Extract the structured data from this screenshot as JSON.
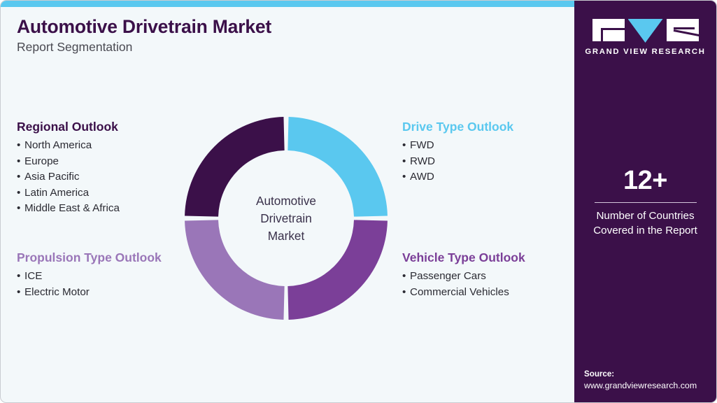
{
  "header": {
    "title": "Automotive Drivetrain Market",
    "subtitle": "Report Segmentation"
  },
  "colors": {
    "accent_bar": "#5ac8ef",
    "panel_bg": "#3b1049",
    "canvas_bg": "#f3f8fa",
    "regional": "#3b1049",
    "drive_type": "#5ac8ef",
    "vehicle_type": "#7b3f98",
    "propulsion": "#9a76b8",
    "body_text": "#2b2b33"
  },
  "segments": {
    "regional": {
      "title": "Regional Outlook",
      "color": "#3b1049",
      "items": [
        "North America",
        "Europe",
        "Asia Pacific",
        "Latin America",
        "Middle East & Africa"
      ]
    },
    "propulsion": {
      "title": "Propulsion Type Outlook",
      "color": "#9a76b8",
      "items": [
        "ICE",
        "Electric Motor"
      ]
    },
    "drive": {
      "title": "Drive Type Outlook",
      "color": "#5ac8ef",
      "items": [
        "FWD",
        "RWD",
        "AWD"
      ]
    },
    "vehicle": {
      "title": "Vehicle Type Outlook",
      "color": "#7b3f98",
      "items": [
        "Passenger Cars",
        "Commercial Vehicles"
      ]
    }
  },
  "donut": {
    "center_lines": [
      "Automotive",
      "Drivetrain",
      "Market"
    ],
    "slices": [
      {
        "label": "Drive Type Outlook",
        "color": "#5ac8ef",
        "start_deg": 0,
        "end_deg": 90
      },
      {
        "label": "Vehicle Type Outlook",
        "color": "#7b3f98",
        "start_deg": 90,
        "end_deg": 180
      },
      {
        "label": "Propulsion Type Outlook",
        "color": "#9a76b8",
        "start_deg": 180,
        "end_deg": 270
      },
      {
        "label": "Regional Outlook",
        "color": "#3b1049",
        "start_deg": 270,
        "end_deg": 360
      }
    ]
  },
  "side_panel": {
    "logo": {
      "wordmark": "GRAND VIEW RESEARCH"
    },
    "stat": {
      "number": "12+",
      "caption_line1": "Number of Countries",
      "caption_line2": "Covered in the Report"
    },
    "source": {
      "label": "Source:",
      "url": "www.grandviewresearch.com"
    }
  },
  "chart_data": {
    "type": "pie",
    "title": "Automotive Drivetrain Market",
    "subtitle": "Report Segmentation",
    "categories": [
      "Drive Type Outlook",
      "Vehicle Type Outlook",
      "Propulsion Type Outlook",
      "Regional Outlook"
    ],
    "values": [
      25,
      25,
      25,
      25
    ],
    "colors": [
      "#5ac8ef",
      "#7b3f98",
      "#9a76b8",
      "#3b1049"
    ],
    "center_label": "Automotive Drivetrain Market",
    "legend": "none",
    "xlabel": "",
    "ylabel": ""
  }
}
